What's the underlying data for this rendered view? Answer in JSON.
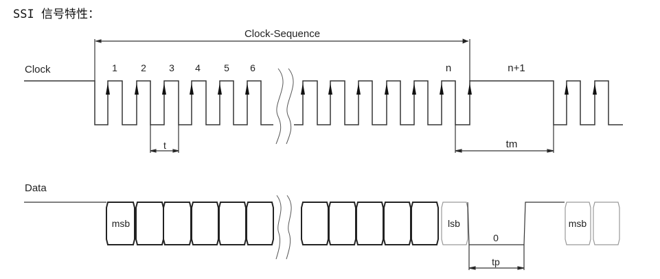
{
  "title": "SSI 信号特性：",
  "clock": {
    "label": "Clock",
    "sequence_label": "Clock-Sequence",
    "pulse_labels": [
      "1",
      "2",
      "3",
      "4",
      "5",
      "6"
    ],
    "last_label": "n",
    "next_label": "n+1",
    "period_label": "t",
    "monoflop_label": "tm"
  },
  "data": {
    "label": "Data",
    "msb_label": "msb",
    "lsb_label": "lsb",
    "zero_label": "0",
    "pause_label": "tp",
    "msb2_label": "msb"
  },
  "colors": {
    "line": "#333333",
    "faded": "#999999"
  }
}
